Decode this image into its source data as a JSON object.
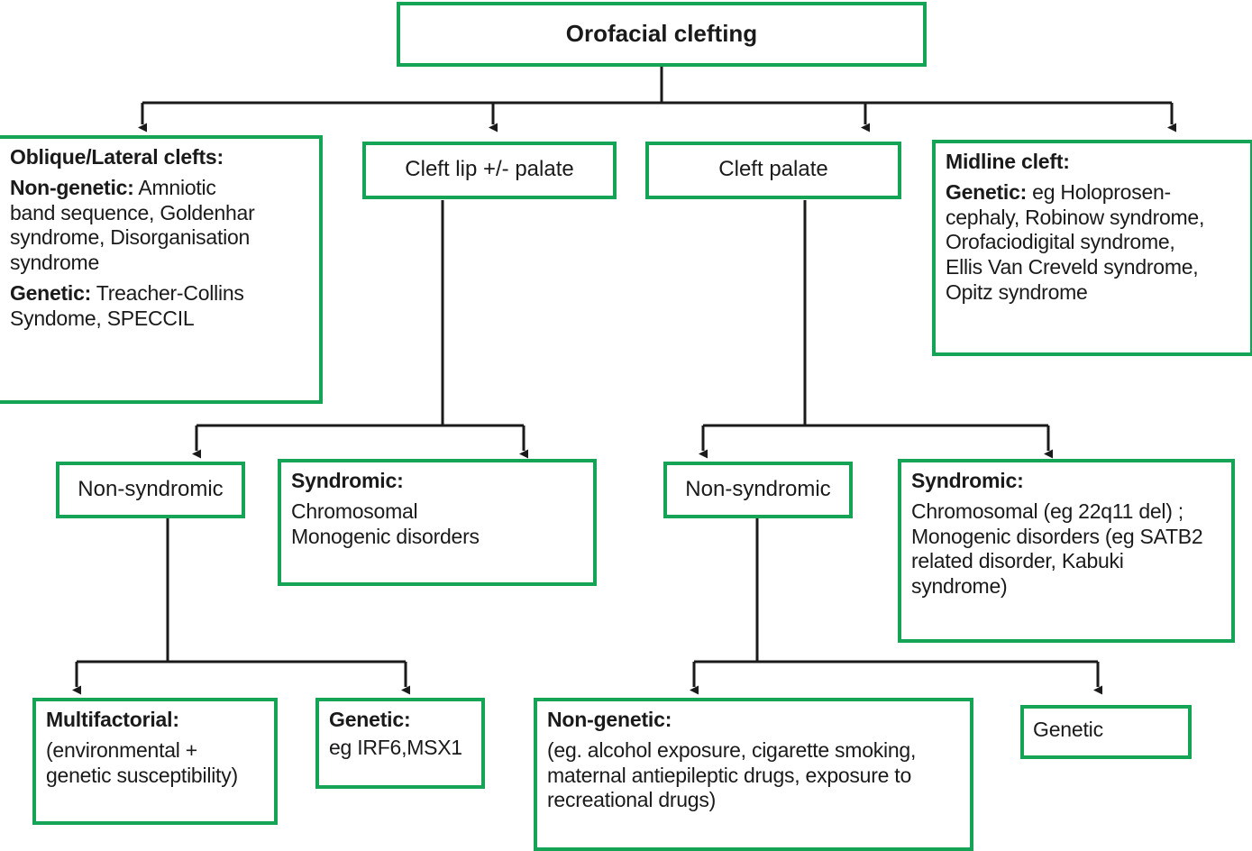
{
  "diagram": {
    "title": "Orofacial clefting classification flowchart",
    "accent_color": "#15a355",
    "line_color": "#1a1a1a",
    "text_color": "#1a1a1a",
    "background": "#ffffff"
  },
  "root": {
    "label": "Orofacial clefting"
  },
  "level1": {
    "oblique": {
      "heading": "Oblique/Lateral clefts:",
      "nongenetic_lead": "Non-genetic:",
      "nongenetic_rest": " Amniotic",
      "nongenetic_line2": "band sequence, Goldenhar",
      "nongenetic_line3": "syndrome, Disorganisation",
      "nongenetic_line4": "syndrome",
      "genetic_lead": "Genetic:",
      "genetic_rest": " Treacher-Collins",
      "genetic_line2": "Syndome, SPECCIL"
    },
    "cleft_lip": {
      "label": "Cleft lip +/- palate"
    },
    "cleft_palate": {
      "label": "Cleft palate"
    },
    "midline": {
      "heading": "Midline cleft:",
      "genetic_lead": "Genetic:",
      "genetic_rest": " eg Holoprosen-",
      "genetic_line2": "cephaly, Robinow syndrome,",
      "genetic_line3": "Orofaciodigital syndrome,",
      "genetic_line4": "Ellis Van Creveld syndrome,",
      "genetic_line5": "Opitz syndrome"
    }
  },
  "level2": {
    "lip_nonsyndromic": {
      "label": "Non-syndromic"
    },
    "lip_syndromic": {
      "heading": "Syndromic:",
      "line1": "Chromosomal",
      "line2": "Monogenic disorders"
    },
    "palate_nonsyndromic": {
      "label": "Non-syndromic"
    },
    "palate_syndromic": {
      "heading": "Syndromic:",
      "line1": "Chromosomal (eg 22q11 del) ;",
      "line2": "Monogenic disorders (eg SATB2",
      "line3": "related disorder, Kabuki",
      "line4": "syndrome)"
    }
  },
  "level3": {
    "multifactorial": {
      "heading": "Multifactorial:",
      "line1": "(environmental +",
      "line2": "genetic susceptibility)"
    },
    "genetic_lip": {
      "heading": "Genetic:",
      "line1": "eg IRF6,MSX1"
    },
    "nongenetic_palate": {
      "heading": "Non-genetic:",
      "line1": "(eg. alcohol exposure, cigarette smoking,",
      "line2": "maternal antiepileptic drugs, exposure to",
      "line3": "recreational drugs)"
    },
    "genetic_palate": {
      "label": "Genetic"
    }
  }
}
